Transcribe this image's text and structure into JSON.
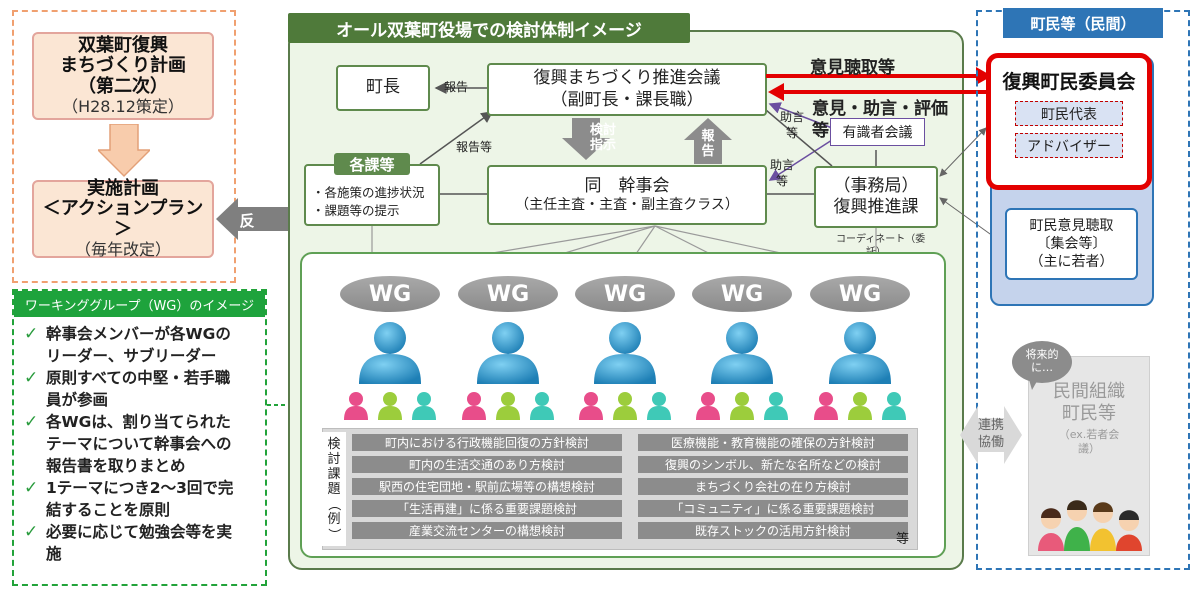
{
  "main": {
    "title": "オール双葉町役場での検討体制イメージ",
    "mayor": "町長",
    "council": {
      "line1": "復興まちづくり推進会議",
      "line2": "（副町長・課長職）"
    },
    "exec": {
      "line1": "同　幹事会",
      "line2": "（主任主査・主査・副主査クラス）"
    },
    "office": {
      "line1": "（事務局）",
      "line2": "復興推進課"
    },
    "experts": "有識者会議",
    "departments": {
      "title": "各課等",
      "item1": "・各施策の進捗状況",
      "item2": "・課題等の提示"
    },
    "labels": {
      "report": "報告",
      "report_etc": "報告等",
      "review_l1": "検討",
      "review_l2": "指示",
      "report_up_l1": "報",
      "report_up_l2": "告",
      "advice_etc_l1": "助言",
      "advice_etc_l2": "等",
      "opinion_hearing": "意見聴取等",
      "opinion_advice": "意見・助言・評価",
      "etc_char": "等",
      "coordinate_l1": "コーディネート（委",
      "coordinate_l2": "託）",
      "feedback": "反"
    }
  },
  "plan": {
    "reconstruction_l1": "双葉町復興",
    "reconstruction_l2": "まちづくり計画",
    "reconstruction_l3": "（第二次）",
    "reconstruction_l4": "（H28.12策定）",
    "action_l1": "実施計画",
    "action_l2": "＜アクションプラン＞",
    "action_l3": "（毎年改定）"
  },
  "wg_info": {
    "header": "ワーキンググループ（WG）のイメージ",
    "items": [
      {
        "l1": "幹事会メンバーが各WGの",
        "l2": "リーダー、サブリーダー"
      },
      {
        "l1": "原則すべての中堅・若手職",
        "l2": "員が参画"
      },
      {
        "l1": "各WGは、割り当てられた",
        "l2": "テーマについて幹事会への",
        "l3": "報告書を取りまとめ"
      },
      {
        "l1": "1テーマにつき2～3回で完",
        "l2": "結することを原則"
      },
      {
        "l1": "必要に応じて勉強会等を実",
        "l2": "施"
      }
    ]
  },
  "wg": {
    "label": "WG",
    "topics_label": "検討課題（例）",
    "topics_left": [
      "町内における行政機能回復の方針検討",
      "町内の生活交通のあり方検討",
      "駅西の住宅団地・駅前広場等の構想検討",
      "「生活再建」に係る重要課題検討",
      "産業交流センターの構想検討"
    ],
    "topics_right": [
      "医療機能・教育機能の確保の方針検討",
      "復興のシンボル、新たな名所などの検討",
      "まちづくり会社の在り方検討",
      "「コミュニティ」に係る重要課題検討",
      "既存ストックの活用方針検討"
    ],
    "topics_etc": "等"
  },
  "citizens": {
    "header": "町民等（民間）",
    "committee": "復興町民委員会",
    "rep": "町民代表",
    "advisor": "アドバイザー",
    "opinion_l1": "町民意見聴取",
    "opinion_l2": "〔集会等〕",
    "opinion_l3": "（主に若者）",
    "future_l1": "将来的",
    "future_l2": "に…",
    "private_l1": "民間組織",
    "private_l2": "町民等",
    "private_n1": "（ex.若者会",
    "private_n2": "議）",
    "collab_l1": "連携",
    "collab_l2": "協働"
  },
  "colors": {
    "main_green": "#4f7a3a",
    "wg_green": "#1ea33c",
    "citizen_blue": "#2e75b6",
    "committee_red": "#e30000",
    "person_blue": "#2a93c8"
  }
}
